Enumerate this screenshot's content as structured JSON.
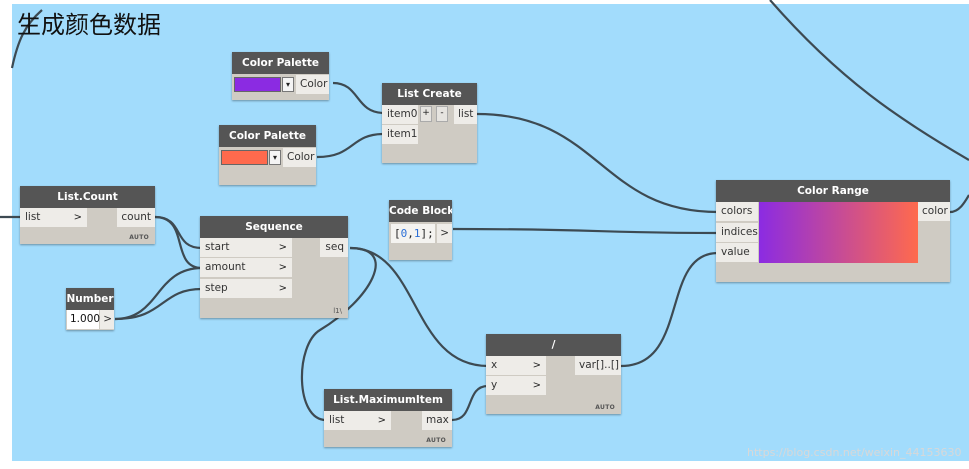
{
  "heading": "生成颜色数据",
  "watermark": "https://blog.csdn.net/weixin_44153630",
  "colors": {
    "canvas_bg": "#a2dcfc",
    "node_header": "#555555",
    "node_body": "#cfcbc3",
    "wire": "#3d4a52",
    "purple": "#8b2be2",
    "coral": "#ff6a4d"
  },
  "nodes": {
    "palette1": {
      "title": "Color Palette",
      "swatch_color": "#8b2be2",
      "dropdown_icon": "chevron-down-icon",
      "dropdown_glyph": "▾",
      "output": "Color"
    },
    "palette2": {
      "title": "Color Palette",
      "swatch_color": "#ff6a4d",
      "dropdown_icon": "chevron-down-icon",
      "dropdown_glyph": "▾",
      "output": "Color"
    },
    "list_create": {
      "title": "List Create",
      "inputs": [
        "item0",
        "item1"
      ],
      "add_label": "+",
      "remove_label": "-",
      "output": "list"
    },
    "list_count": {
      "title": "List.Count",
      "input": "list",
      "output": "count",
      "lacing": "AUTO"
    },
    "sequence": {
      "title": "Sequence",
      "inputs": [
        "start",
        "amount",
        "step"
      ],
      "output": "seq",
      "lacing": "l1\\"
    },
    "number": {
      "title": "Number",
      "value": "1.000",
      "output_arrow": ">"
    },
    "code_block": {
      "title": "Code Block",
      "code_open": "[",
      "code_v1": "0",
      "code_sep": ",",
      "code_v2": "1",
      "code_close": "];",
      "output_arrow": ">"
    },
    "color_range": {
      "title": "Color Range",
      "inputs": [
        "colors",
        "indices",
        "value"
      ],
      "output": "color"
    },
    "divide": {
      "title": "/",
      "inputs": [
        "x",
        "y"
      ],
      "output": "var[]..[]",
      "lacing": "AUTO"
    },
    "list_max": {
      "title": "List.MaximumItem",
      "input": "list",
      "output": "max",
      "lacing": "AUTO"
    }
  },
  "port_arrow": ">"
}
